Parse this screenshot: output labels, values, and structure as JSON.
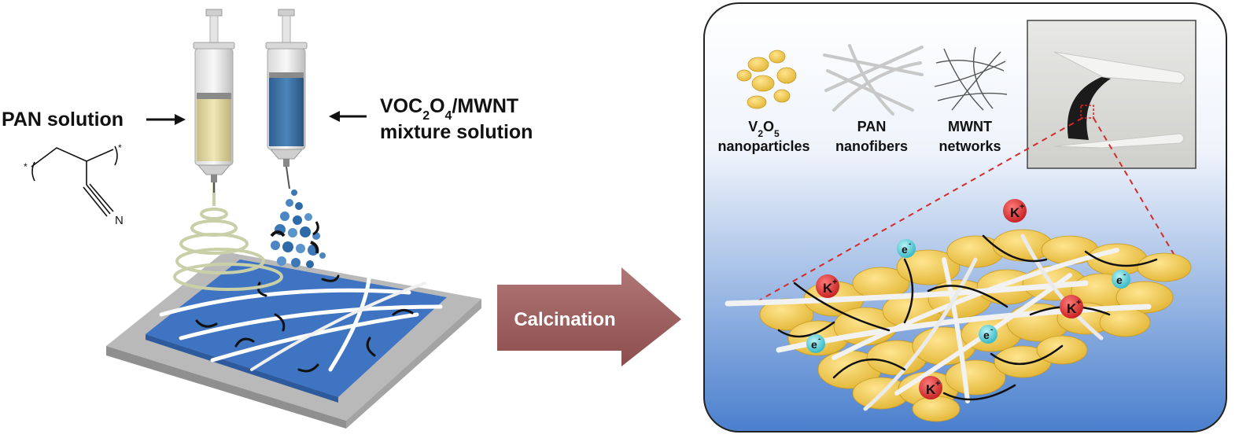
{
  "left": {
    "pan_label": "PAN solution",
    "mixture_label_line1_main": "VOC",
    "mixture_label_line1_sub1": "2",
    "mixture_label_line1_mid": "O",
    "mixture_label_line1_sub2": "4",
    "mixture_label_line1_tail": "/MWNT",
    "mixture_label_line2": "mixture solution",
    "structure_star": "*",
    "structure_N": "N"
  },
  "arrow": {
    "label": "Calcination"
  },
  "legend": {
    "v2o5_line1_main": "V",
    "v2o5_sub1": "2",
    "v2o5_mid": "O",
    "v2o5_sub2": "5",
    "v2o5_line2": "nanoparticles",
    "pan_line1": "PAN",
    "pan_line2": "nanofibers",
    "mwnt_line1": "MWNT",
    "mwnt_line2": "networks"
  },
  "ions": {
    "potassium": "K",
    "potassium_charge": "+",
    "electron": "e",
    "electron_charge": "-"
  },
  "colors": {
    "arrow_fill": "#9a5a5a",
    "panel_top": "#ffffff",
    "panel_bottom": "#4f82cf",
    "v2o5_yellow": "#f2cb45",
    "substrate_blue": "#3f74c2",
    "k_ion_red": "#d42a2a",
    "electron_cyan": "#3fc3cf"
  }
}
